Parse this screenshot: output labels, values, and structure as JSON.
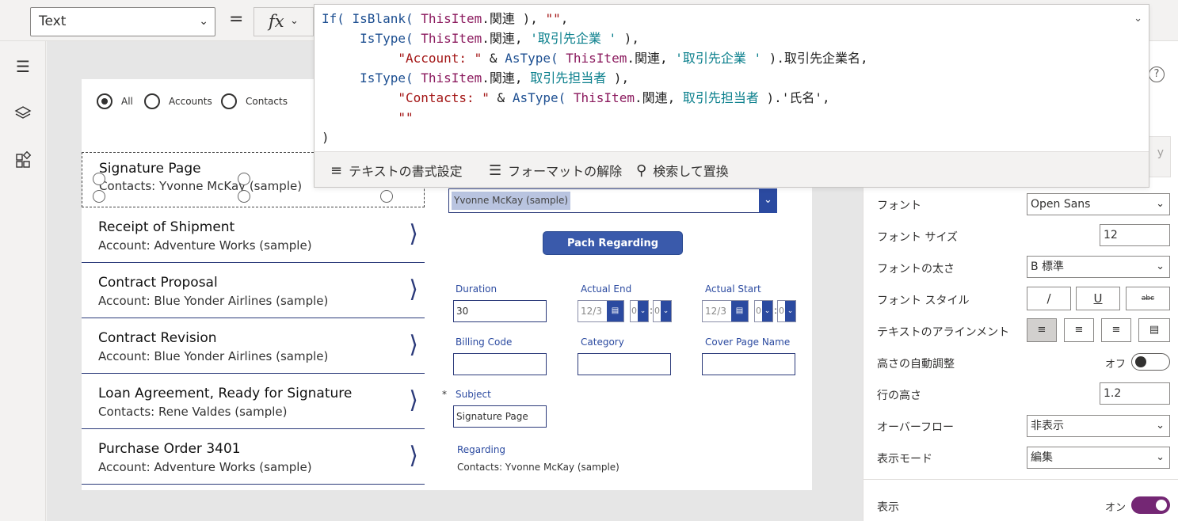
{
  "formula_bar": {
    "property": "Text",
    "equals": "=",
    "fx": "fx",
    "code_lines": [
      [
        {
          "t": "If( ",
          "c": "fn"
        },
        {
          "t": "IsBlank( ",
          "c": "fn"
        },
        {
          "t": "ThisItem",
          "c": "prop"
        },
        {
          "t": ".関連 ), "
        },
        {
          "t": "\"\"",
          "c": "str"
        },
        {
          "t": ","
        }
      ],
      [
        {
          "t": "     "
        },
        {
          "t": "IsType( ",
          "c": "fn"
        },
        {
          "t": "ThisItem",
          "c": "prop"
        },
        {
          "t": ".関連, "
        },
        {
          "t": "'取引先企業 '",
          "c": "ent"
        },
        {
          "t": " ),"
        }
      ],
      [
        {
          "t": "          "
        },
        {
          "t": "\"Account: \"",
          "c": "str"
        },
        {
          "t": " & "
        },
        {
          "t": "AsType( ",
          "c": "fn"
        },
        {
          "t": "ThisItem",
          "c": "prop"
        },
        {
          "t": ".関連, "
        },
        {
          "t": "'取引先企業 '",
          "c": "ent"
        },
        {
          "t": " ).取引先企業名,"
        }
      ],
      [
        {
          "t": "     "
        },
        {
          "t": "IsType( ",
          "c": "fn"
        },
        {
          "t": "ThisItem",
          "c": "prop"
        },
        {
          "t": ".関連, "
        },
        {
          "t": "取引先担当者",
          "c": "ent"
        },
        {
          "t": " ),"
        }
      ],
      [
        {
          "t": "          "
        },
        {
          "t": "\"Contacts: \"",
          "c": "str"
        },
        {
          "t": " & "
        },
        {
          "t": "AsType( ",
          "c": "fn"
        },
        {
          "t": "ThisItem",
          "c": "prop"
        },
        {
          "t": ".関連, "
        },
        {
          "t": "取引先担当者",
          "c": "ent"
        },
        {
          "t": " ).'氏名',"
        }
      ],
      [
        {
          "t": "          "
        },
        {
          "t": "\"\"",
          "c": "str"
        }
      ],
      [
        {
          "t": ")"
        }
      ]
    ],
    "tools": {
      "format_text": "テキストの書式設定",
      "remove_format": "フォーマットの解除",
      "find_replace": "検索して置換"
    }
  },
  "canvas": {
    "radios": [
      {
        "label": "All",
        "selected": true
      },
      {
        "label": "Accounts",
        "selected": false
      },
      {
        "label": "Contacts",
        "selected": false
      }
    ],
    "gallery": [
      {
        "title": "Signature Page",
        "subtitle": "Contacts: Yvonne McKay (sample)"
      },
      {
        "title": "Receipt of Shipment",
        "subtitle": "Account: Adventure Works (sample)"
      },
      {
        "title": "Contract Proposal",
        "subtitle": "Account: Blue Yonder Airlines (sample)"
      },
      {
        "title": "Contract Revision",
        "subtitle": "Account: Blue Yonder Airlines (sample)"
      },
      {
        "title": "Loan Agreement, Ready for Signature",
        "subtitle": "Contacts: Rene Valdes (sample)"
      },
      {
        "title": "Purchase Order 3401",
        "subtitle": "Account: Adventure Works (sample)"
      }
    ],
    "form": {
      "regarding_combo_value": "Yvonne McKay (sample)",
      "patch_button": "Pach Regarding",
      "duration_label": "Duration",
      "duration_value": "30",
      "actual_end_label": "Actual End",
      "actual_end_value": "12/3",
      "actual_start_label": "Actual Start",
      "actual_start_value": "12/3",
      "billing_code_label": "Billing Code",
      "category_label": "Category",
      "cover_page_label": "Cover Page Name",
      "subject_required": "*",
      "subject_label": "Subject",
      "subject_value": "Signature Page",
      "regarding_label": "Regarding",
      "regarding_value": "Contacts: Yvonne McKay (sample)"
    }
  },
  "panel": {
    "font_label": "フォント",
    "font_value": "Open Sans",
    "font_size_label": "フォント サイズ",
    "font_size_value": "12",
    "font_weight_label": "フォントの太さ",
    "font_weight_value": "B  標準",
    "font_style_label": "フォント スタイル",
    "italic": "/",
    "underline": "U",
    "strike": "abc",
    "text_align_label": "テキストのアラインメント",
    "auto_height_label": "高さの自動調整",
    "auto_height_state": "オフ",
    "line_height_label": "行の高さ",
    "line_height_value": "1.2",
    "overflow_label": "オーバーフロー",
    "overflow_value": "非表示",
    "display_mode_label": "表示モード",
    "display_mode_value": "編集",
    "visible_label": "表示",
    "visible_state": "オン",
    "partial_label": "y"
  },
  "icons": {
    "hamburger": "hamburger-icon",
    "layers": "layers-icon",
    "components": "components-icon",
    "help": "help-icon"
  },
  "colors": {
    "accent": "#2b4aa0",
    "toggle_on": "#742774"
  }
}
